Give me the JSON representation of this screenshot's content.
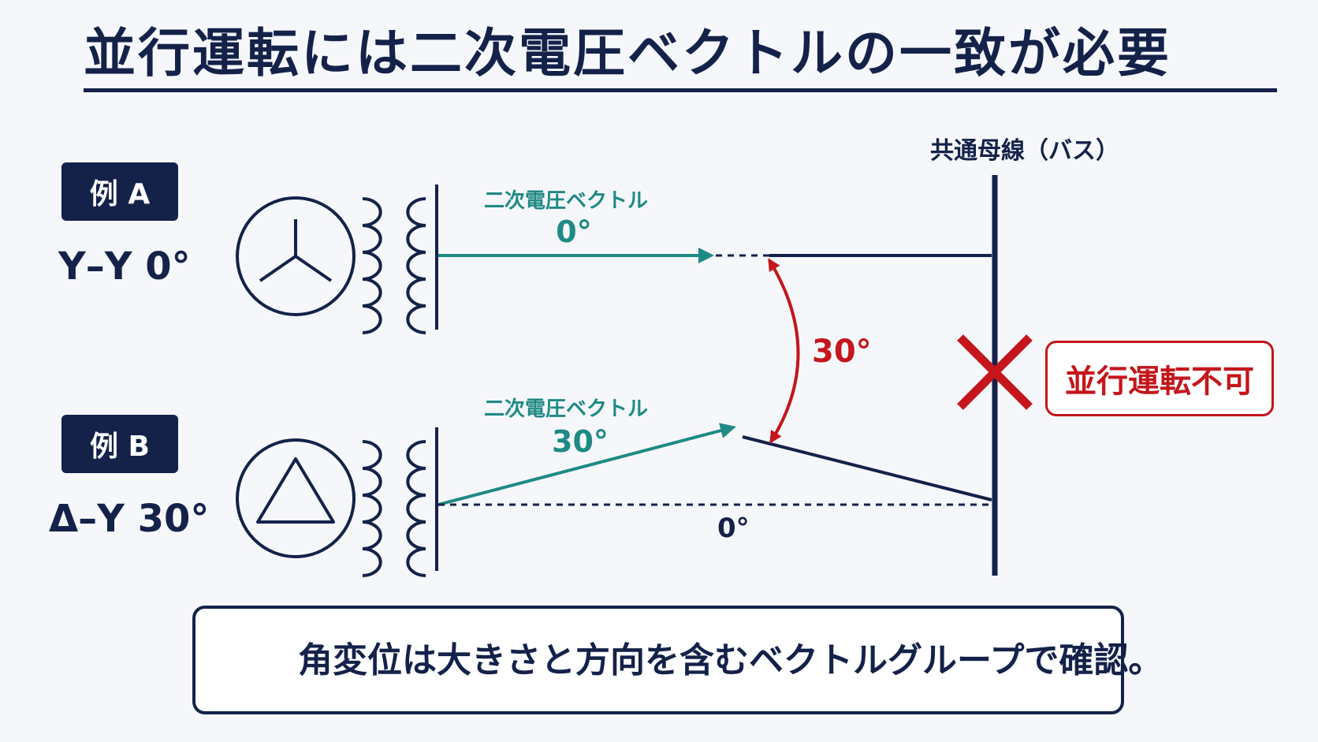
{
  "title": "並行運転には二次電圧ベクトルの一致が必要",
  "bus_label": "共通母線（バス）",
  "example_a": {
    "tag": "例 A",
    "connection": "Y–Y 0°",
    "vector_label": "二次電圧ベクトル",
    "vector_angle": "0°"
  },
  "example_b": {
    "tag": "例 B",
    "connection": "Δ–Y 30°",
    "vector_label": "二次電圧ベクトル",
    "vector_angle": "30°",
    "reference_angle": "0°"
  },
  "phase_difference": "30°",
  "result": "並行運転不可",
  "note": "角変位は大きさと方向を含むベクトルグループで確認。",
  "colors": {
    "navy": "#14224a",
    "teal": "#1e8a85",
    "red": "#c4161c"
  },
  "icons": [
    "wye-symbol-icon",
    "delta-symbol-icon",
    "transformer-coil-icon",
    "cross-icon",
    "clipboard-checklist-icon"
  ]
}
